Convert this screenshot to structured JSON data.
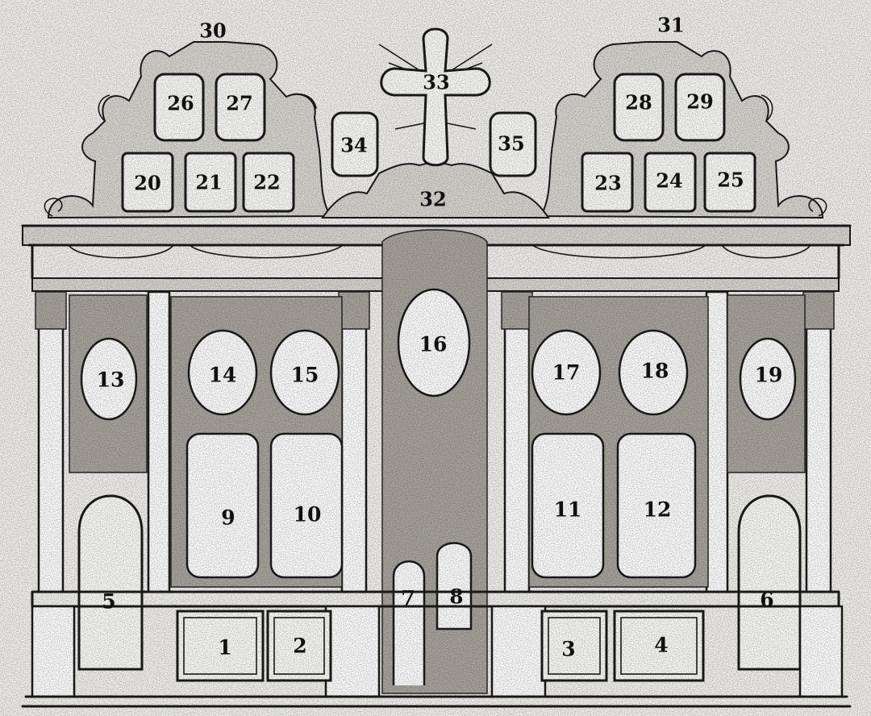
{
  "labels": {
    "n1": "1",
    "n2": "2",
    "n3": "3",
    "n4": "4",
    "n5": "5",
    "n6": "6",
    "n7": "7",
    "n8": "8",
    "n9": "9",
    "n10": "10",
    "n11": "11",
    "n12": "12",
    "n13": "13",
    "n14": "14",
    "n15": "15",
    "n16": "16",
    "n17": "17",
    "n18": "18",
    "n19": "19",
    "n20": "20",
    "n21": "21",
    "n22": "22",
    "n23": "23",
    "n24": "24",
    "n25": "25",
    "n26": "26",
    "n27": "27",
    "n28": "28",
    "n29": "29",
    "n30": "30",
    "n31": "31",
    "n32": "32",
    "n33": "33",
    "n34": "34",
    "n35": "35"
  },
  "colors": {
    "ink": "#1b1b1b",
    "paper": "#f3f2ee",
    "ornament": "#a9a69f"
  }
}
